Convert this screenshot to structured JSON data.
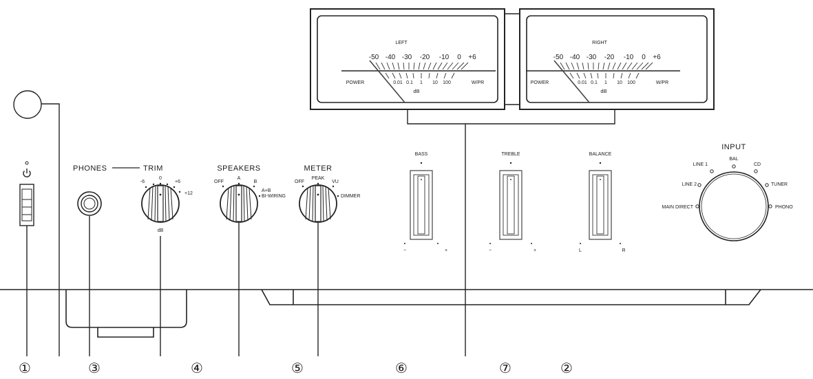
{
  "meters": {
    "left": {
      "title": "LEFT",
      "db_scale": [
        "-50",
        "-40",
        "-30",
        "-20",
        "-10",
        "0",
        "+6"
      ],
      "power_label": "POWER",
      "power_scale": [
        "0.01",
        "0.1",
        "1",
        "10",
        "100"
      ],
      "db_label": "dB",
      "wpr_label": "W/PR"
    },
    "right": {
      "title": "RIGHT",
      "db_scale": [
        "-50",
        "-40",
        "-30",
        "-20",
        "-10",
        "0",
        "+6"
      ],
      "power_label": "POWER",
      "power_scale": [
        "0.01",
        "0.1",
        "1",
        "10",
        "100"
      ],
      "db_label": "dB",
      "wpr_label": "W/PR"
    }
  },
  "phones": {
    "label": "PHONES"
  },
  "trim": {
    "label": "TRIM",
    "marks": [
      "-6",
      "0",
      "+6",
      "+12"
    ],
    "unit": "dB"
  },
  "speakers": {
    "label": "SPEAKERS",
    "positions": [
      "OFF",
      "A",
      "B"
    ],
    "ab_label": "A+B",
    "biwiring_label": "BI-WIRING"
  },
  "meter_knob": {
    "label": "METER",
    "positions": [
      "OFF",
      "PEAK",
      "VU"
    ],
    "dimmer_label": "DIMMER"
  },
  "bass": {
    "label": "BASS",
    "minus": "−",
    "plus": "+"
  },
  "treble": {
    "label": "TREBLE",
    "minus": "−",
    "plus": "+"
  },
  "balance": {
    "label": "BALANCE",
    "left": "L",
    "right": "R"
  },
  "input": {
    "label": "INPUT",
    "sources": [
      "MAIN DIRECT",
      "LINE 2",
      "LINE 1",
      "BAL",
      "CD",
      "TUNER",
      "PHONO"
    ]
  },
  "callouts": [
    "①",
    "③",
    "④",
    "⑤",
    "⑥",
    "⑦",
    "②"
  ]
}
